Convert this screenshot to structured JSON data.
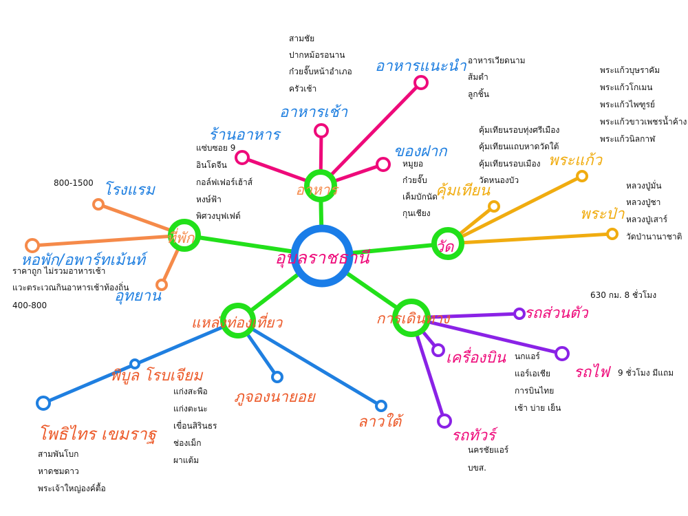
{
  "colors": {
    "center": "#1a7de8",
    "green": "#22e01a",
    "pink": "#ee0a7a",
    "orange": "#f58a4a",
    "gold": "#f0ac10",
    "purple": "#8a22e6",
    "blue": "#1f7fe0",
    "red": "#ec5a2a",
    "text": "#111111"
  },
  "center": {
    "label": "อุบลราชธานี"
  },
  "branches": {
    "food": {
      "label": "อาหาร",
      "breakfast": {
        "label": "อาหารเช้า",
        "items": [
          "สามชัย",
          "ปากหม้อรอนาน",
          "ก๋วยจั๊บหน้าอำเภอ",
          "ครัวเช้า"
        ]
      },
      "recommended": {
        "label": "อาหารแนะนำ",
        "items": [
          "อาหารเวียดนาม",
          "ส้มตำ",
          "ลูกชิ้น"
        ]
      },
      "restaurants": {
        "label": "ร้านอาหาร",
        "items": [
          "แซ่บซอย 9",
          "อินโดจีน",
          "กอล์ฟเฟอร์เฮ้าส์",
          "หงษ์ฟ้า",
          "พิศวงบุฟเฟต์"
        ]
      },
      "souvenirs": {
        "label": "ของฝาก",
        "items": [
          "หมูยอ",
          "ก๋วยจั๊บ",
          "เค็มบักนัด",
          "กุนเชียง"
        ]
      }
    },
    "temples": {
      "label": "วัด",
      "khum": {
        "label": "คุ้มเทียน",
        "items": [
          "คุ้มเทียนรอบทุ่งศรีเมือง",
          "คุ้มเทียนแถบหาดวัดใต้",
          "คุ้มเทียนรอบเมือง",
          "วัดหนองบัว"
        ]
      },
      "prakaew": {
        "label": "พระแก้ว",
        "items": [
          "พระแก้วบุษราคัม",
          "พระแก้วโกเมน",
          "พระแก้วไพฑูรย์",
          "พระแก้วขาวเพชรน้ำค้าง",
          "พระแก้วนิลกาฬ"
        ]
      },
      "prapa": {
        "label": "พระป่า",
        "items": [
          "หลวงปู่มั่น",
          "หลวงปู่ชา",
          "หลวงปู่เสาร์",
          "วัดป่านานาชาติ"
        ]
      }
    },
    "lodging": {
      "label": "ที่พัก",
      "hotel": {
        "label": "โรงแรม",
        "note": "800-1500"
      },
      "apartment": {
        "label": "หอพัก/อพาร์ทเม้นท์",
        "items": [
          "ราคาถูก ไม่รวมอาหารเช้า",
          "แวะตระเวณกินอาหารเช้าท้องถิ่น",
          "400-800"
        ]
      },
      "park": {
        "label": "อุทยาน"
      }
    },
    "attractions": {
      "label": "แหล่งท่องเที่ยว",
      "phibun": {
        "label": "พิบูล โรบเจียม",
        "items": [
          "แก่งสะพือ",
          "แก่งตะนะ",
          "เขื่อนสิรินธร",
          "ช่องเม็ก",
          "ผาแต้ม"
        ]
      },
      "phothi": {
        "label": "โพธิไทร เขมราฐ",
        "items": [
          "สามพันโบก",
          "หาดชมดาว",
          "พระเจ้าใหญ่องค์ตื้อ"
        ]
      },
      "phu": {
        "label": "ภูจองนายอย"
      },
      "lao": {
        "label": "ลาวใต้"
      }
    },
    "travel": {
      "label": "การเดินทาง",
      "car": {
        "label": "รถส่วนตัว",
        "note": "630 กม. 8 ชั่วโมง"
      },
      "train": {
        "label": "รถไฟ",
        "note": "9 ชั่วโมง มีแถม"
      },
      "plane": {
        "label": "เครื่องบิน",
        "items": [
          "นกแอร์",
          "แอร์เอเชีย",
          "การบินไทย",
          "เช้า บ่าย เย็น"
        ]
      },
      "bus": {
        "label": "รถทัวร์",
        "items": [
          "นครชัยแอร์",
          "บขส."
        ]
      }
    }
  }
}
